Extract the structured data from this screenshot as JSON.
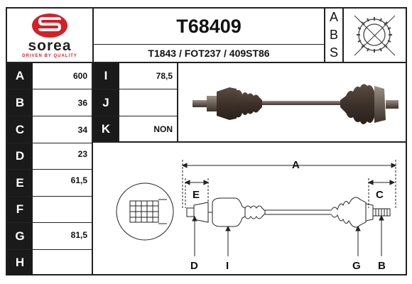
{
  "brand": {
    "name": "sorea",
    "tagline": "DRIVEN BY QUALITY",
    "color": "#d42027"
  },
  "header": {
    "part_number": "T68409",
    "cross_refs": "T1843 / FOT237 / 409ST86",
    "abs_letters": [
      "A",
      "B",
      "S"
    ]
  },
  "specs_left": [
    {
      "label": "A",
      "value": "600"
    },
    {
      "label": "B",
      "value": "36"
    },
    {
      "label": "C",
      "value": "34"
    },
    {
      "label": "D",
      "value": "23"
    },
    {
      "label": "E",
      "value": "61,5"
    },
    {
      "label": "F",
      "value": ""
    },
    {
      "label": "G",
      "value": "81,5"
    },
    {
      "label": "H",
      "value": ""
    }
  ],
  "specs_right": [
    {
      "label": "I",
      "value": "78,5"
    },
    {
      "label": "J",
      "value": ""
    },
    {
      "label": "K",
      "value": "NON"
    }
  ],
  "diagram_labels": {
    "a": "A",
    "c": "C",
    "e": "E",
    "d": "D",
    "i": "I",
    "g": "G",
    "b": "B"
  },
  "icons": [
    "sorea-logo",
    "no-abs-ring-icon",
    "drive-shaft-photo",
    "spline-detail-icon"
  ]
}
